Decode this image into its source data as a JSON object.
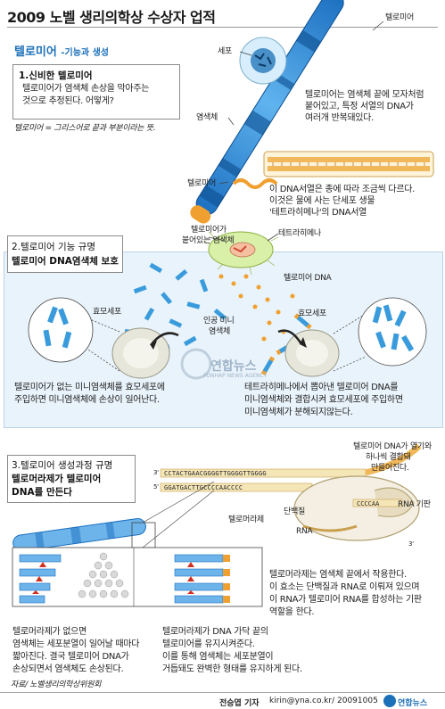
{
  "header": {
    "title": "2009 노벨 생리의학상 수상자 업적",
    "subtitle": "텔로미어",
    "subtitle_suffix": "-기능과 생성"
  },
  "section1": {
    "heading": "1.신비한 텔로미어",
    "text_l1": "텔로미어가 염색체 손상을 막아주는",
    "text_l2": "것으로 추정된다. 어떻게?",
    "note": "텔로미어 = 그리스어로 끝과 부분이라는 뜻.",
    "label_telomere_top": "텔로미어",
    "label_cell": "세포",
    "label_chromosome": "염색체",
    "label_telomere_bottom": "텔로미어",
    "desc_l1": "텔로미어는 염색체 끝에 모자처럼",
    "desc_l2": "붙어있고, 특정 서열의 DNA가",
    "desc_l3": "여러개 반복돼있다.",
    "dna_l1": "이 DNA서열은 종에 따라 조금씩 다르다.",
    "dna_l2": "이것은 물에 사는 단세포 생물",
    "dna_l3": "'테트라히메나'의 DNA서열"
  },
  "section2": {
    "heading_l1": "2.텔로미어 기능 규명",
    "heading_l2": "텔로미어 DNA염색체 보호",
    "label_attached_l1": "텔로미어가",
    "label_attached_l2": "붙어있는 염색체",
    "label_tetrahymena": "테트라히메나",
    "label_telomere_dna": "텔로미어 DNA",
    "label_artificial_l1": "인공 미니",
    "label_artificial_l2": "염색체",
    "label_yeast_left": "효모세포",
    "label_yeast_right": "효모세포",
    "left_l1": "텔로미어가 없는 미니염색체를 효모세포에",
    "left_l2": "주입하면 미니염색체에 손상이 일어난다.",
    "right_l1": "테트라히메나에서 뽑아낸 텔로미어 DNA를",
    "right_l2": "미니염색체와 결합시켜 효모세포에 주입하면",
    "right_l3": "미니염색체가 분해되지않는다.",
    "watermark": "연합뉴스",
    "watermark_sub": "YONHAP NEWS AGENCY"
  },
  "section3": {
    "heading_l1": "3.텔로미어 생성과정 규명",
    "heading_l2": "텔로머라제가 텔로미어",
    "heading_l3": "DNA를 만든다",
    "seq_top": "CCTACTGAACGGGGTTGGGGTTGGGG",
    "seq_bottom": "GGATGACTTGCCCCAACCCC",
    "seq_rna": "CCCCAA",
    "label_3prime_top": "3'",
    "label_5prime": "5'",
    "label_3prime_bottom": "3'",
    "label_telomere_dna_l1": "텔로미어 DNA가 열기와",
    "label_telomere_dna_l2": "하나씩 결합돼",
    "label_telomere_dna_l3": "만들어진다.",
    "label_telomerase": "텔로머라제",
    "label_protein": "단백질",
    "label_rna": "RNA",
    "label_rna_template": "RNA 기판",
    "enzyme_l1": "텔로머라제는 염색체 끝에서 작용한다.",
    "enzyme_l2": "이 효소는 단백질과 RNA로 이뤄져 있으며",
    "enzyme_l3": "이 RNA가 텔로미어 RNA를 합성하는 기판",
    "enzyme_l4": "역할을 한다.",
    "left_l1": "텔로머라제가 없으면",
    "left_l2": "염색체는 세포분열이 일어날 때마다",
    "left_l3": "짧아진다. 결국 텔로미어 DNA가",
    "left_l4": "손상되면서 염색체도 손상된다.",
    "right_l1": "텔로머라제가 DNA 가닥 끝의",
    "right_l2": "텔로미어를 유지시켜준다.",
    "right_l3": "이를 통해 염색체는 세포분열이",
    "right_l4": "거듭돼도 완벽한 형태를 유지하게 된다.",
    "source": "자료/ 노벨생리의학상위원회"
  },
  "footer": {
    "reporter": "전승엽 기자",
    "email_date": "kirin@yna.co.kr/ 20091005",
    "brand": "연합뉴스"
  },
  "colors": {
    "accent_blue": "#1c70b8",
    "chromosome_blue": "#2f8fd8",
    "telomere_orange": "#f0a030",
    "panel_bg": "#e9f3fb"
  }
}
